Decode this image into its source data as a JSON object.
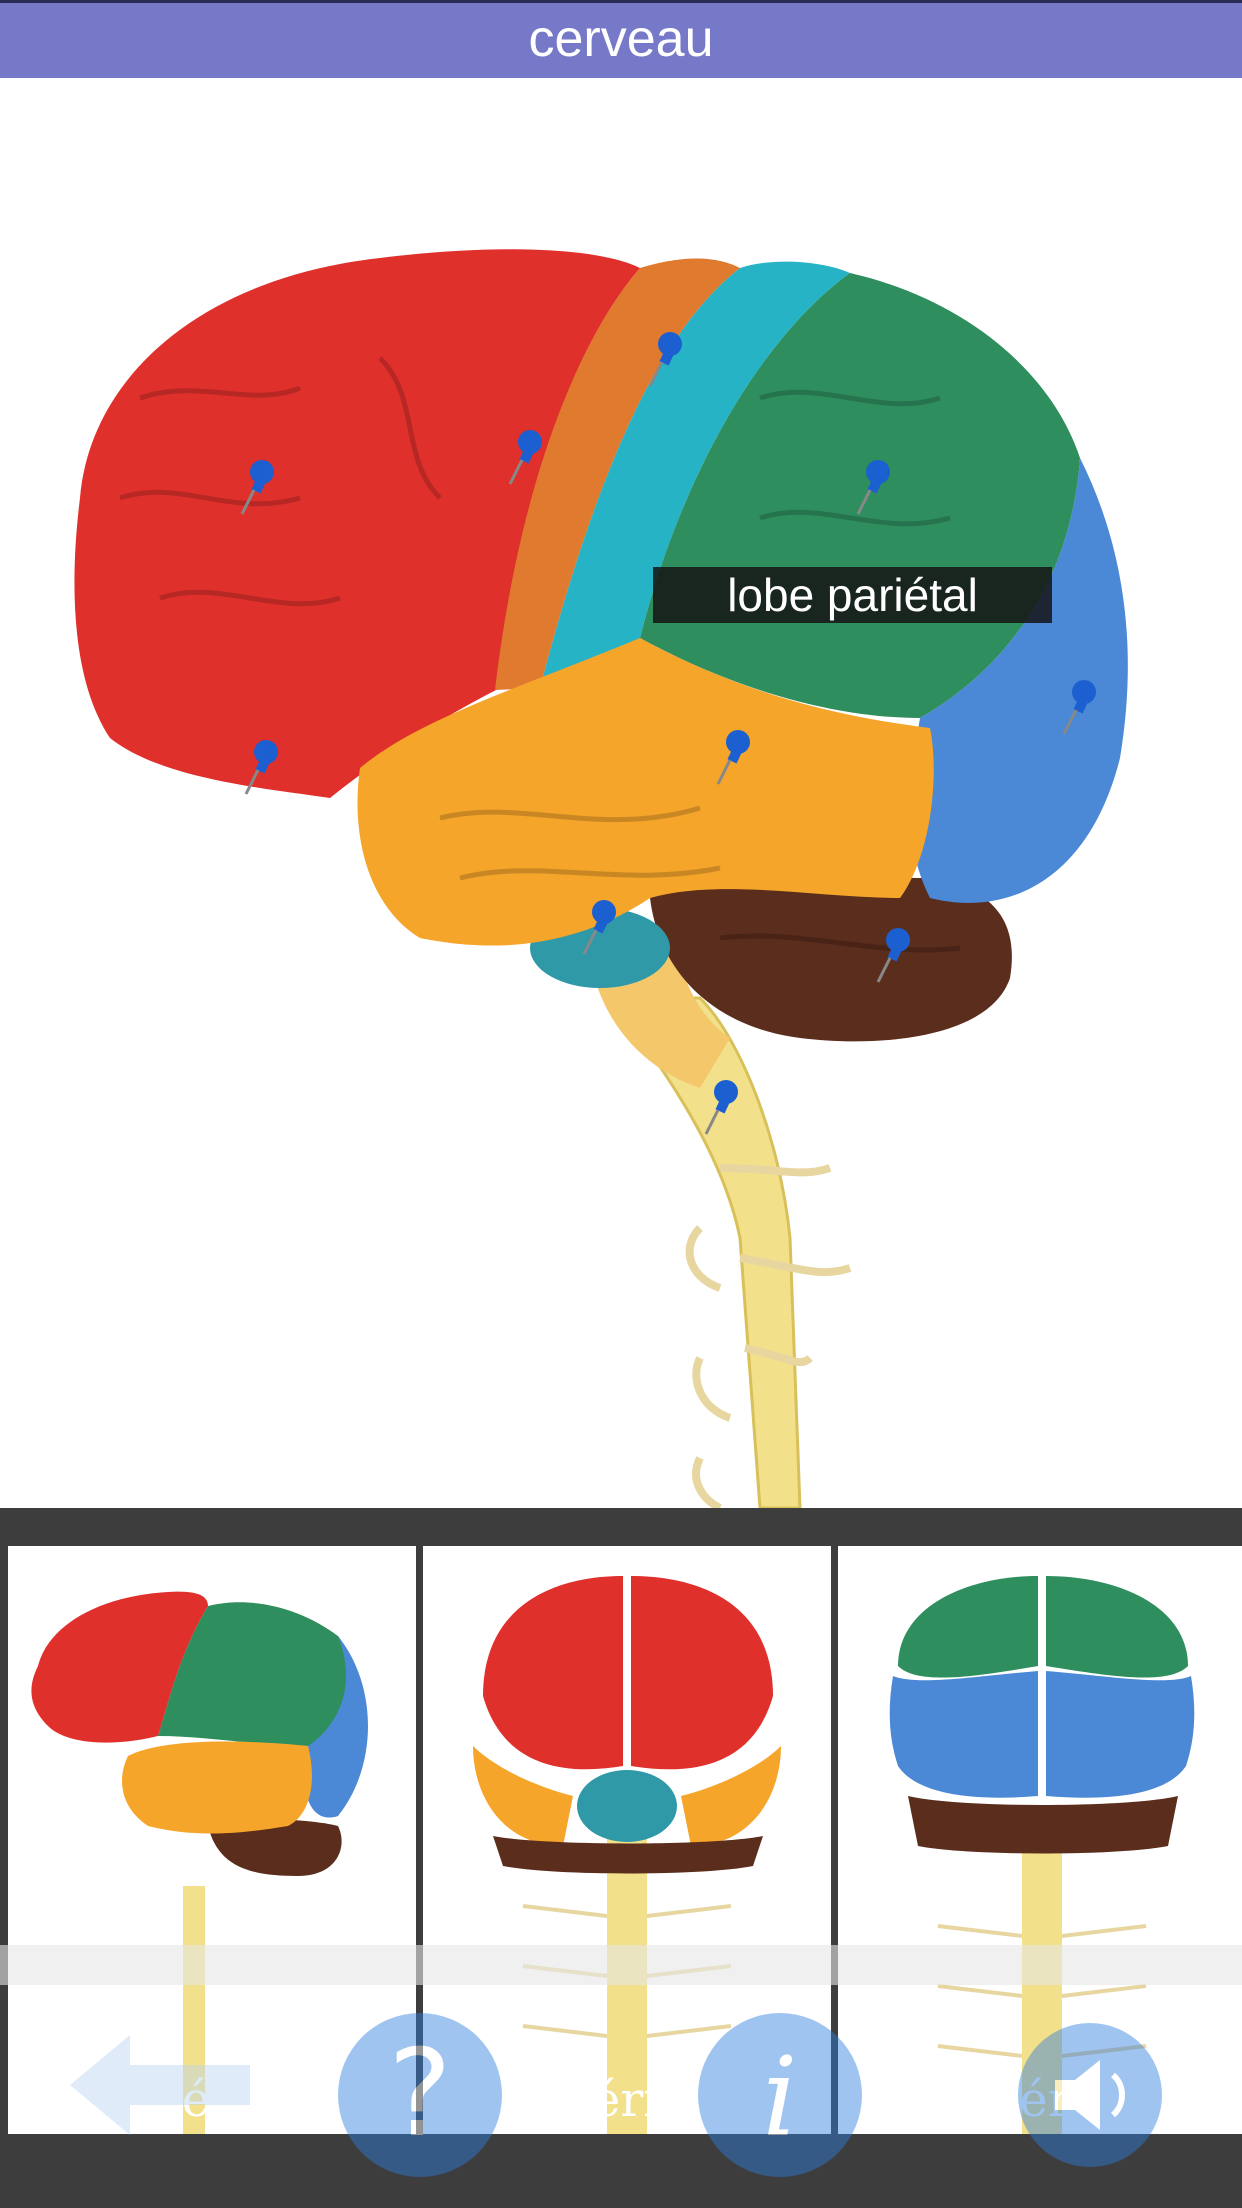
{
  "header": {
    "title": "cerveau"
  },
  "main": {
    "selected_label": "lobe pariétal"
  },
  "icons": [
    "pushpin-icon",
    "back-arrow-icon",
    "help-icon",
    "info-icon",
    "sound-icon"
  ],
  "colors": {
    "title_bar": "#7678c8",
    "frontal": "#e0302c",
    "precentral": "#e07a2e",
    "postcentral": "#27b3c6",
    "parietal": "#2f8e5e",
    "occipital": "#4b89d6",
    "temporal": "#f5a52a",
    "cerebellum": "#5a2d1c",
    "spinal_cord": "#f3e08a",
    "pin": "#1c5fd0",
    "tray": "#3d3d3d"
  },
  "views": [
    {
      "label": "latérale"
    },
    {
      "label": "antérieur"
    },
    {
      "label": "postérieur"
    }
  ]
}
